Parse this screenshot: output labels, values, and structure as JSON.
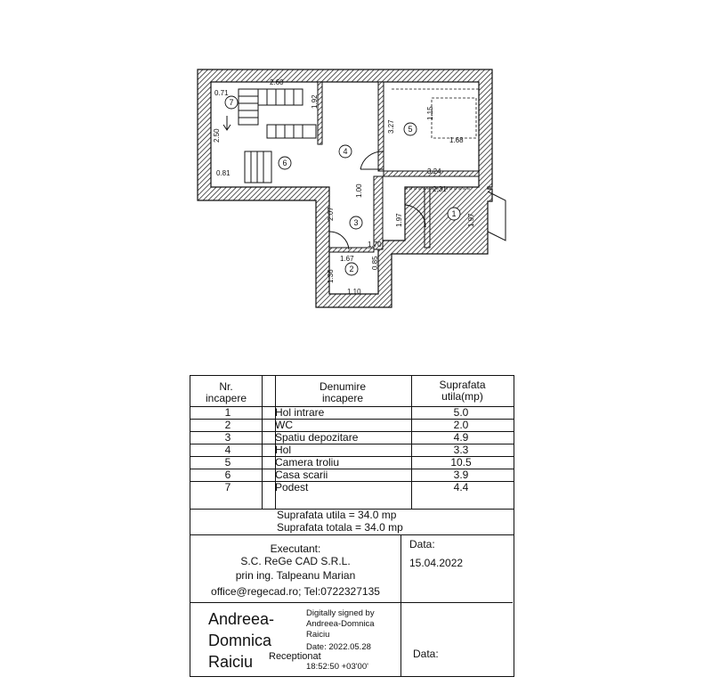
{
  "plan": {
    "dimensions": [
      "2.60",
      "0.71",
      "2.50",
      "0.81",
      "1.92",
      "3.27",
      "1.15",
      "1.68",
      "3.24",
      "2.31",
      "1.00",
      "2.07",
      "1.97",
      "1.97",
      "1.70",
      "1.67",
      "0.85",
      "1.36",
      "1.10"
    ],
    "room_numbers": [
      "1",
      "2",
      "3",
      "4",
      "5",
      "6",
      "7"
    ]
  },
  "table": {
    "headers": {
      "nr": "Nr.\nincapere",
      "name": "Denumire\nincapere",
      "area": "Suprafata\nutila(mp)"
    },
    "rows": [
      {
        "nr": "1",
        "name": "Hol intrare",
        "area": "5.0"
      },
      {
        "nr": "2",
        "name": "WC",
        "area": "2.0"
      },
      {
        "nr": "3",
        "name": "Spatiu depozitare",
        "area": "4.9"
      },
      {
        "nr": "4",
        "name": "Hol",
        "area": "3.3"
      },
      {
        "nr": "5",
        "name": "Camera troliu",
        "area": "10.5"
      },
      {
        "nr": "6",
        "name": "Casa scarii",
        "area": "3.9"
      },
      {
        "nr": "7",
        "name": "Podest",
        "area": "4.4"
      }
    ],
    "total_useful": "Suprafata utila = 34.0 mp",
    "total_overall": "Suprafata totala = 34.0 mp"
  },
  "executant": {
    "label": "Executant:",
    "company": "S.C. ReGe CAD S.R.L.",
    "engineer": "prin ing. Talpeanu Marian",
    "contact": "office@regecad.ro; Tel:0722327135"
  },
  "date": {
    "label": "Data:",
    "value": "15.04.2022"
  },
  "signature": {
    "name_line1": "Andreea-",
    "name_line2": "Domnica",
    "name_line3": "Raiciu",
    "digital_line1": "Digitally signed by",
    "digital_line2": "Andreea-Domnica",
    "digital_line3": "Raiciu",
    "digital_line4": "Date: 2022.05.28",
    "digital_line5": "18:52:50 +03'00'",
    "role": "Receptionat",
    "date_label": "Data:"
  }
}
